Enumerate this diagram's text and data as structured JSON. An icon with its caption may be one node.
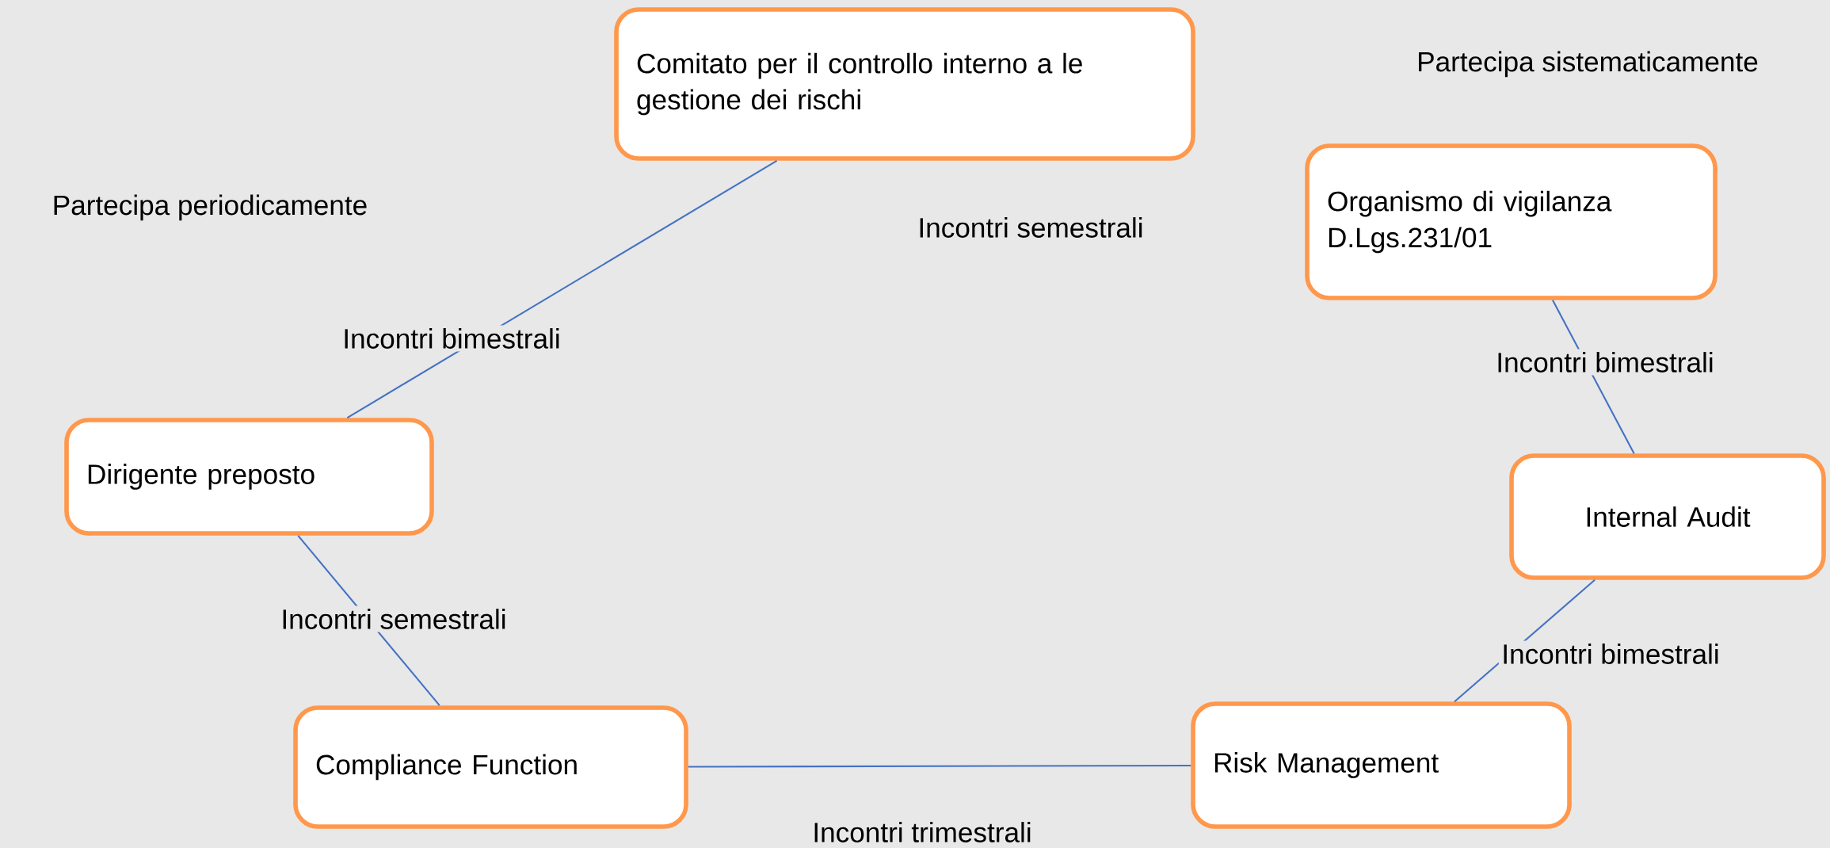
{
  "diagram": {
    "nodes": [
      {
        "text": [
          "Comitato per il controllo interno a le gestione dei rischi"
        ]
      },
      {
        "text": [
          "Organismo di vigilanza D.Lgs.231/01"
        ]
      },
      {
        "text": [
          "Dirigente preposto"
        ]
      },
      {
        "text": [
          "Internal Audit"
        ]
      },
      {
        "text": [
          "Compliance Function"
        ]
      },
      {
        "text": [
          "Risk Management"
        ]
      }
    ],
    "edges": [
      {
        "from": 0,
        "to": 2,
        "arrow": "none",
        "label": "Incontri bimestrali"
      },
      {
        "from": 2,
        "to": 4,
        "arrow": "none",
        "label": "Incontri semestrali"
      },
      {
        "from": 4,
        "to": 5,
        "arrow": "none",
        "label": "Incontri trimestrali"
      },
      {
        "from": 5,
        "to": 3,
        "arrow": "none",
        "label": "Incontri bimestrali"
      },
      {
        "from": 3,
        "to": 1,
        "arrow": "none",
        "label": "Incontri bimestrali"
      }
    ],
    "labels": [
      "Partecipa sistematicamente",
      "Partecipa periodicamente",
      "Incontri semestrali"
    ]
  }
}
